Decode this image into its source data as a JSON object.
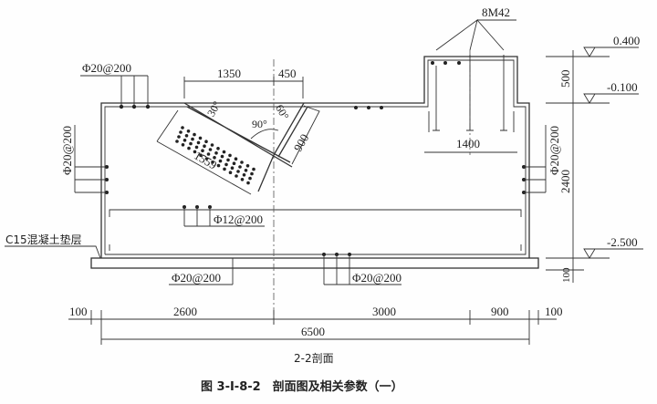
{
  "drawing": {
    "caption": "图 3-Ⅰ-8-2　剖面图及相关参数（一）",
    "section_label": "2-2剖面",
    "pad_label": "C15混凝土垫层",
    "anchor_label": "8M42",
    "rebar": {
      "top_left": "Φ20@200",
      "left_wall": "Φ20@200",
      "right_wall": "Φ20@200",
      "middle": "Φ12@200",
      "bottom_left": "Φ20@200",
      "bottom_right": "Φ20@200"
    },
    "dimensions": {
      "top_a": "1350",
      "top_b": "450",
      "pedestal_width": "1400",
      "incline_length": "1559",
      "incline_side": "900",
      "angle_30": "30°",
      "angle_60": "60°",
      "angle_90": "90°",
      "bottom_segments": [
        "100",
        "2600",
        "3000",
        "900",
        "100"
      ],
      "bottom_total": "6500",
      "right_vertical": [
        "500",
        "2400",
        "100"
      ]
    },
    "elevations": [
      "0.400",
      "-0.100",
      "-2.500"
    ]
  }
}
